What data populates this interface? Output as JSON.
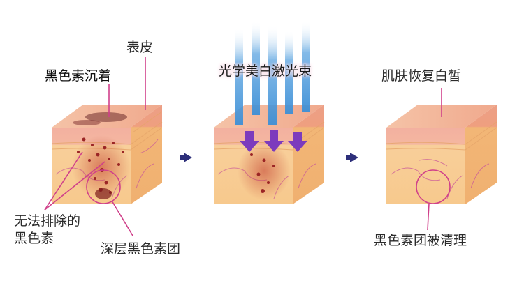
{
  "panel1": {
    "label_epidermis": "表皮",
    "label_pigmentation": "黑色素沉着",
    "label_unremovable": "无法排除的\n黑色素",
    "label_deep_melanin": "深层黑色素团"
  },
  "panel2": {
    "label_laser": "光学美白激光束"
  },
  "panel3": {
    "label_restored": "肌肤恢复白皙",
    "label_cleared": "黑色素团被清理"
  },
  "colors": {
    "epidermis": "#f2b8a8",
    "dermis": "#f6c88a",
    "cube_side": "#f3b27a",
    "pointer_line": "#d0408a",
    "laser_beam": "#3c8fd6",
    "laser_arrow": "#7c3bbd",
    "step_arrow": "#2d2f7a",
    "melanin": "#8a2a2a"
  }
}
